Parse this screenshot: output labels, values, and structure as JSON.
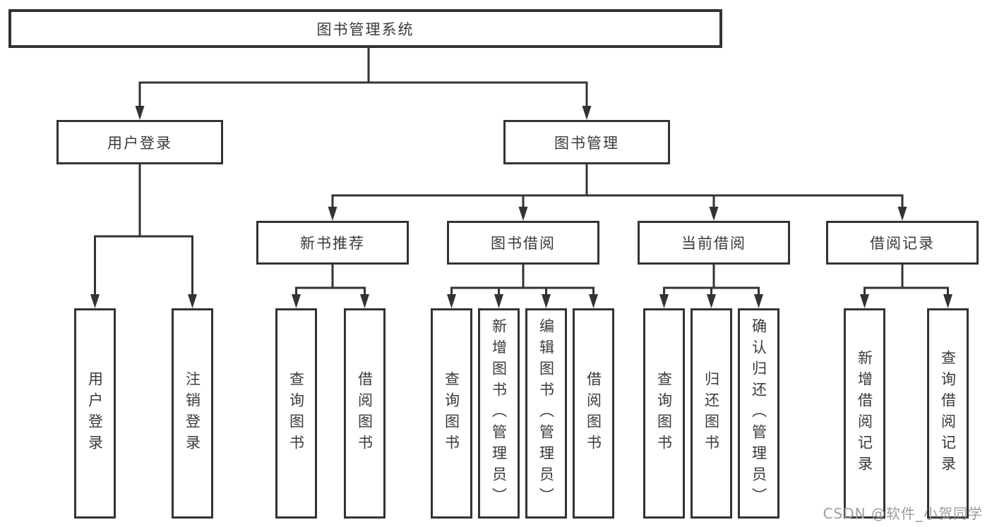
{
  "diagram": {
    "root": {
      "label": "图书管理系统"
    },
    "branches": [
      {
        "label": "用户登录",
        "children": [
          {
            "label": "用户登录"
          },
          {
            "label": "注销登录"
          }
        ]
      },
      {
        "label": "图书管理",
        "children": [
          {
            "label": "新书推荐",
            "children": [
              {
                "label": "查询图书"
              },
              {
                "label": "借阅图书"
              }
            ]
          },
          {
            "label": "图书借阅",
            "children": [
              {
                "label": "查询图书"
              },
              {
                "label": "新增图书（管理员）"
              },
              {
                "label": "编辑图书（管理员）"
              },
              {
                "label": "借阅图书"
              }
            ]
          },
          {
            "label": "当前借阅",
            "children": [
              {
                "label": "查询图书"
              },
              {
                "label": "归还图书"
              },
              {
                "label": "确认归还（管理员）"
              }
            ]
          },
          {
            "label": "借阅记录",
            "children": [
              {
                "label": "新增借阅记录"
              },
              {
                "label": "查询借阅记录"
              }
            ]
          }
        ]
      }
    ]
  },
  "watermark": {
    "text": "CSDN @软件_小贺同学"
  },
  "colors": {
    "line": "#333333",
    "text": "#3a3a3a",
    "watermark": "#9c9c9c",
    "background": "#ffffff"
  }
}
